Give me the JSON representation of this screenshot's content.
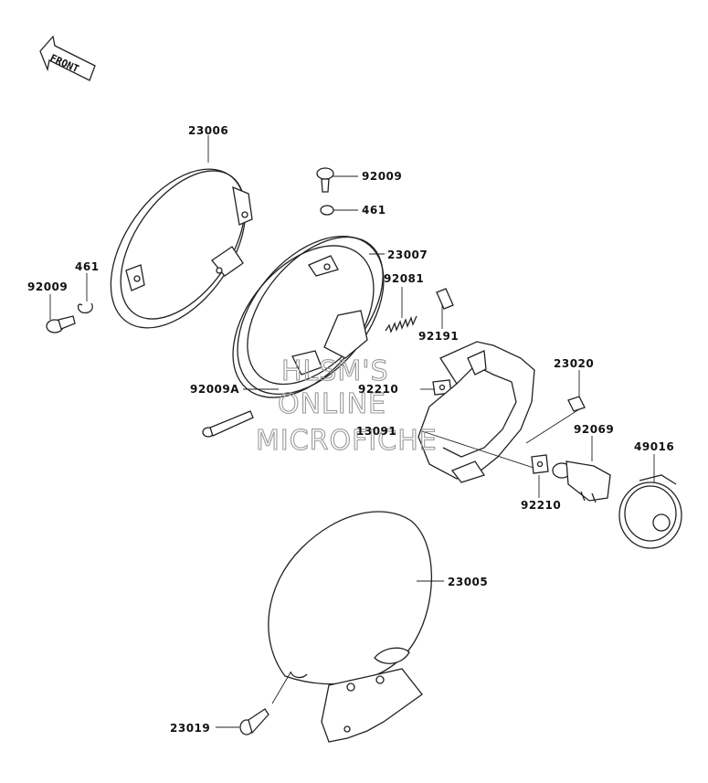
{
  "diagram": {
    "front_label": "FRONT",
    "watermark": [
      "HLSM'S",
      "ONLINE",
      "MICROFICHE"
    ],
    "labels": {
      "ring_23006": "23006",
      "screw_92009_top": "92009",
      "washer_461_top": "461",
      "housing_23007": "23007",
      "spring_92081": "92081",
      "washer_461_left": "461",
      "screw_92009_left": "92009",
      "collar_92191": "92191",
      "nut_92210_upper": "92210",
      "bolt_92009A": "92009A",
      "socket_23020": "23020",
      "reflector_13091": "13091",
      "bulb_92069": "92069",
      "cap_49016": "49016",
      "nut_92210_lower": "92210",
      "case_23005": "23005",
      "bolt_23019": "23019"
    }
  }
}
